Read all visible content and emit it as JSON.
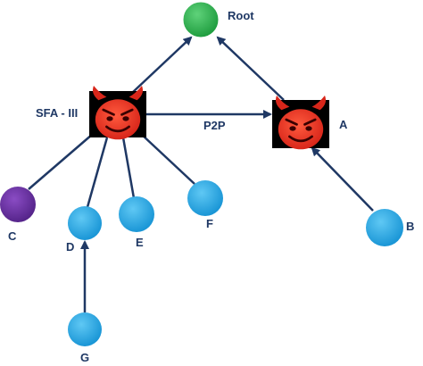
{
  "diagram": {
    "nodes": {
      "root": {
        "label": "Root",
        "kind": "root",
        "color": "#2eb74e"
      },
      "sfa": {
        "label": "SFA - III",
        "kind": "devil"
      },
      "a": {
        "label": "A",
        "kind": "devil"
      },
      "b": {
        "label": "B",
        "kind": "peer",
        "color": "#29a8e6"
      },
      "c": {
        "label": "C",
        "kind": "peer",
        "color": "#6a2fa0"
      },
      "d": {
        "label": "D",
        "kind": "peer",
        "color": "#29a8e6"
      },
      "e": {
        "label": "E",
        "kind": "peer",
        "color": "#29a8e6"
      },
      "f": {
        "label": "F",
        "kind": "peer",
        "color": "#29a8e6"
      },
      "g": {
        "label": "G",
        "kind": "peer",
        "color": "#29a8e6"
      }
    },
    "edges": [
      {
        "from": "sfa",
        "to": "root",
        "arrow": true
      },
      {
        "from": "a",
        "to": "root",
        "arrow": true
      },
      {
        "from": "sfa",
        "to": "a",
        "arrow": true,
        "label": "P2P"
      },
      {
        "from": "b",
        "to": "a",
        "arrow": true
      },
      {
        "from": "c",
        "to": "sfa",
        "arrow": false
      },
      {
        "from": "d",
        "to": "sfa",
        "arrow": false
      },
      {
        "from": "e",
        "to": "sfa",
        "arrow": false
      },
      {
        "from": "f",
        "to": "sfa",
        "arrow": false
      },
      {
        "from": "g",
        "to": "d",
        "arrow": true
      }
    ],
    "colors": {
      "edge": "#1f3864",
      "label": "#1f3864",
      "devil_face": "#e8321e",
      "devil_bg": "#000000"
    }
  }
}
